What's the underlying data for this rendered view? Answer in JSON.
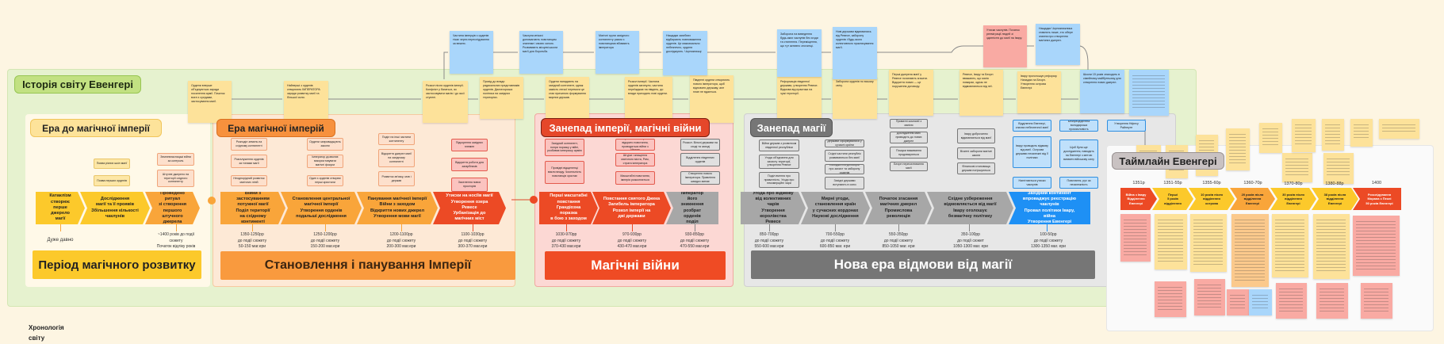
{
  "board": {
    "title": "Історія світу Евенгері",
    "footer_label": "Хронологія світу"
  },
  "colors": {
    "yellow": "#fcc92b",
    "orange": "#f9a53a",
    "red": "#ec4a25",
    "grey": "#767676",
    "blue": "#1e90f5",
    "green_zone": "#e6f2cf"
  },
  "top_stickies": [
    {
      "text": "Ордени вперше об'єднуються заради посилення армії. Початок воєн з сусідами, застосування магії."
    },
    {
      "text": "Найперші з орденів створюють ІМПЕРАТОРА заради розвитку магії та більшої сили."
    },
    {
      "text": "Розкол після орденів імперії. Конфлікт у багатьох, як застосовувати магію і до якої ступені."
    },
    {
      "text": "Прихід до влади радикальних представників орденів. Диктаторська політика на західних територіях."
    },
    {
      "text": "Ордени нападають на західний континент, однак замість легкої перемоги це стає причиною формування мирних держав."
    },
    {
      "text": "Розкол імперії. Частина орденів загинули, частина переїжджає на південь, до влади приходять нові ордени."
    },
    {
      "text": "Південні ордени створюють нового імператора, щоб відновити державу, але план не вдається."
    },
    {
      "text": "Реформація південної держави, утворення Ревесе. Відмова від практики на чужі території."
    },
    {
      "text": "Заборона орденів по всьому світу."
    },
    {
      "text": "Перші джерела магії у Ревесе починають згасати. Відкриття нових — це порушення договору."
    },
    {
      "text": "Ревесе, Івару та Беорн вважають, що магія помирає, однак не відмовляються від неї."
    },
    {
      "text": "Івару проголошує реформу. Нападає на Беорн. Утворення острова Евенгері"
    },
    {
      "text": "Школи 15 років знаходять в сімейному майбутньому для створення нових джерел."
    },
    {
      "text": "Частина імперців з орденів тікає через переслідування за вежею."
    },
    {
      "text": "Чаклуни-втікачі допомагають повстанцям знанням і своєю силою. Розвивають місцеві школи магії для боротьби."
    },
    {
      "text": "Магічні групи західного континенту разом з повстанцями вбивають імператора"
    },
    {
      "text": "Нащадки загиблих відбирають повноваження орденів. Це максимально небезпечно, ордени досліджують. Чорнокнижці"
    },
    {
      "text": "Заборона на виведення будь-яких чаклунів без згоди та стягнення. Переміщення, що тут активно злочинці."
    },
    {
      "text": "Нові держави відмовились від Ревесе, заборону орденів і будь-якого колективного практикування магії."
    },
    {
      "text": "Утиски чаклунів. Початок рееміграції людей зі здатністю до магії на Івару."
    },
    {
      "text": "Нащадки Чорнокнижника ставлять пише, хто обере знання про створення магічних джерел."
    }
  ],
  "eras": [
    {
      "label": "Ера до магічної імперії",
      "banner": "Період магічного розвитку",
      "boxes": [
        "Поява різних шкіл магії",
        "Поява перших орденів",
        "Землевласницькі війни за контроль",
        "Штучне джерело на території східного континенту"
      ],
      "steps": [
        {
          "text": "Катаклізм\nстворює\nперше джерело\nмагії",
          "date": "Дуже давно"
        },
        {
          "text": "Дослідження\nмагії та її проявів\nЗбільшення кількості\nчаклунів",
          "date": ""
        },
        {
          "text": "Проведено ритуал\nзі створення\nпершого штучного\nджерела",
          "date": "~1400 років до події\nсюжету\nПочаток відліку років"
        }
      ]
    },
    {
      "label": "Ера магічної імперій",
      "banner": "Становлення і панування Імперії",
      "boxes": [
        "Розподіл земель на східному континенті",
        "Розгалуження орденів за типами магії",
        "Неоднорідний розвиток магічних ліній",
        "Ордени запроваджують закони",
        "Імператор дозволяє використовувати магічні фокуси",
        "Один з орденів створює перші кристали",
        "Поділ на інші частини континенту",
        "Відкриття джерел магії на західному континенті",
        "Розвиток зв'язку, мов і держав",
        "Підкорення західних племен",
        "Відкриття роботи для загарбників",
        "Заселення нових просторів"
      ],
      "steps": [
        {
          "text": "Війни з застосуванням\nпотужної магії\nПоділ території\nна східному континенті",
          "date": "1350-1250рр\nдо події сюжету\n50-150 маг.ери"
        },
        {
          "text": "Становлення центральної\nмагічної імперії\nУтворення орденів\nподальші дослідження",
          "date": "1250-1200рр\nдо події сюжету\n150-200 маг.ери"
        },
        {
          "text": "Панування магічної імперії\nВійни з заходом\nВідкриття нових джерел\nУтворення мови магії",
          "date": "1200-1100рр\nдо події сюжету\n200-300 маг.ери"
        },
        {
          "text": "Утиски на носіїв магії\nУтворення озера Ревесе\nУрбанізація до\nмагічних міст",
          "date": "1100-1030рр\nдо події сюжету\n300-370 маг.ери"
        }
      ]
    },
    {
      "label": "Занепад імперії, магічні війни",
      "banner": "Магічні війни",
      "boxes": [
        "Західний континент, попри поразку у війні, розбиває імперську армію",
        "Провідні відщепенці взяли владу. Чисельність повстанців зростає",
        "Проблеми імперії: відкрито повстання, проводяться війни з Ніттою",
        "Штурм і знищення магічного міста, Рим, страта імператора",
        "Масштабні повстання, імперія розколюється",
        "Розкол. Вільні держави на сході та заході",
        "Відділення південних орденів",
        "Створення нового Імператора. Правління швидко минає"
      ],
      "steps": [
        {
          "text": "Перші масштабні\nповстання\nГрандіозна поразка\nв бою з заходом",
          "date": "1030-970рр\nдо події сюжету\n370-430 маг.ери"
        },
        {
          "text": "Повстання святого Джека\nЗагибель імператора\nРозкол імперії на\nдві держави",
          "date": "970-930рр\nдо події сюжету\n430-470 маг.ери"
        },
        {
          "text": "Новий імператор\nйого зникнення\nрозбрат орденів\nподіл територій",
          "date": "930-850рр\nдо події сюжету\n470-550 маг.ери"
        }
      ]
    },
    {
      "label": "Занепад магії",
      "banner": "Нова ера відмови від магії",
      "boxes": [
        "Війни держав з розвитком південної республіки",
        "Угода об'єднання для захисту території, утворення Ревесе",
        "Поділ вчення про приватність. Угода про некомерційні чари",
        "Держави сформувалися у сучасні країни",
        "Східні частини республік розвиваються без магії",
        "Виходження договорів про захист та заборону орденів",
        "Західні держави вступають в союз",
        "Приватні компанії з магією",
        "Дослідження магії приводять до нових джерел",
        "Пошуки виживання продовжуються",
        "Беорн пересилювання магії",
        "Івару доброчинно відмовляється від магії",
        "Візитні заборони магічні школи",
        "Фінансові становища держав погіршуються"
      ],
      "blue_boxes": [
        "Відділення Евенгері, спалах небезпечної магії",
        "Безпрецедентна володарська промисловість",
        "Утворення Ніфесу Райнеуте",
        "Івару проводить відмову від магії. Острови держави незалежні від її політики",
        "Щоб були ще дослідження, наводять на Евенгері з метою виявити військову силу",
        "Нагнітаються утиски чаклунів",
        "Повстання, рух за незалежність"
      ],
      "steps": [
        {
          "text": "Угода про відмову\nвід колективних чарів\nУтворення королівства\nРевесе",
          "date": "850-700рр\nдо події сюжету\n550-600 маг.ери"
        },
        {
          "text": "Мирні угоди,\nстановлення країн\nу сучасних кордонах\nНаукові дослідження",
          "date": "700-550рр\nдо події сюжету\n600-850 маг. ери"
        },
        {
          "text": "Початок згасання\nмагічних джерел\nПромислова\nреволюція",
          "date": "550-350рр\nдо події сюжету\n850-1050 маг. ери"
        },
        {
          "text": "Східне узбереження\nвідмовляється від магії\nІвару оголошує\nбезмагічну політику",
          "date": "350-100рр\nдо події сюжет\n1050-1300 маг. ери"
        },
        {
          "text": "Західний континент\nвпроваджує реєстрацію чаклунів\nПровал політики Івару, війна\nУтворення Евенгері",
          "date": "100-50рр\nдо події сюжету\n1300-1350 маг. ери"
        }
      ]
    }
  ],
  "timeline": {
    "label": "Таймлайн Евенгері",
    "steps": [
      {
        "year": "1351р",
        "text": "Війна з Івару\nВідділення\nЕвенгері"
      },
      {
        "year": "1351-55р",
        "text": "Перші\n5 років\nвідділення"
      },
      {
        "year": "1355-60р",
        "text": "10 років після\nвідділення\nострова"
      },
      {
        "year": "1360-70р",
        "text": "20 років після\nвідділення\nЕвенгері"
      },
      {
        "year": "1370-80р",
        "text": "30 років після\nвідділення\nЕвенгері"
      },
      {
        "year": "1380-88р",
        "text": "38 років після\nвідділення\nЕвенгері"
      },
      {
        "year": "1400",
        "text": "Розслідування\nМорана з Пеклі\n50 років Евенгері"
      }
    ]
  }
}
